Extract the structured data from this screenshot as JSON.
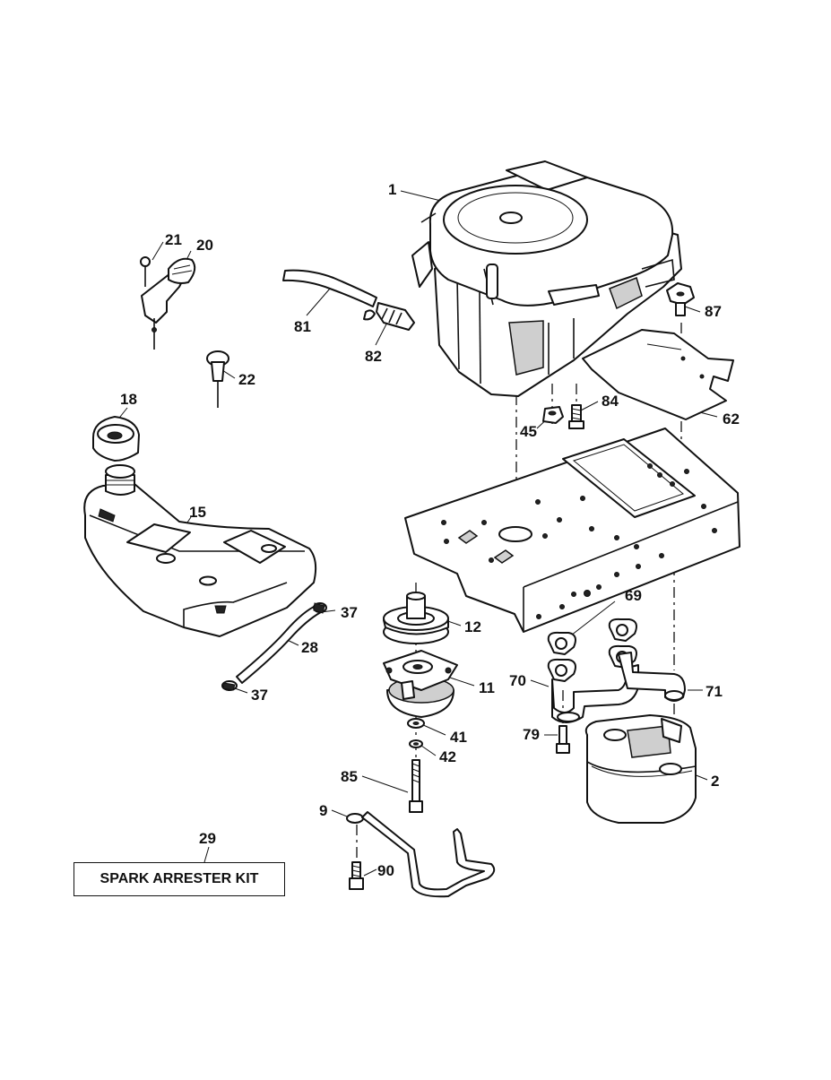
{
  "diagram": {
    "callouts": {
      "c1": "1",
      "c2": "2",
      "c9": "9",
      "c11": "11",
      "c12": "12",
      "c15": "15",
      "c18": "18",
      "c20": "20",
      "c21": "21",
      "c22": "22",
      "c28": "28",
      "c29": "29",
      "c37a": "37",
      "c37b": "37",
      "c41": "41",
      "c42": "42",
      "c45": "45",
      "c62": "62",
      "c69": "69",
      "c70": "70",
      "c71": "71",
      "c79": "79",
      "c81": "81",
      "c82": "82",
      "c84": "84",
      "c85": "85",
      "c87": "87",
      "c90": "90"
    },
    "kit_label": "SPARK ARRESTER KIT"
  }
}
